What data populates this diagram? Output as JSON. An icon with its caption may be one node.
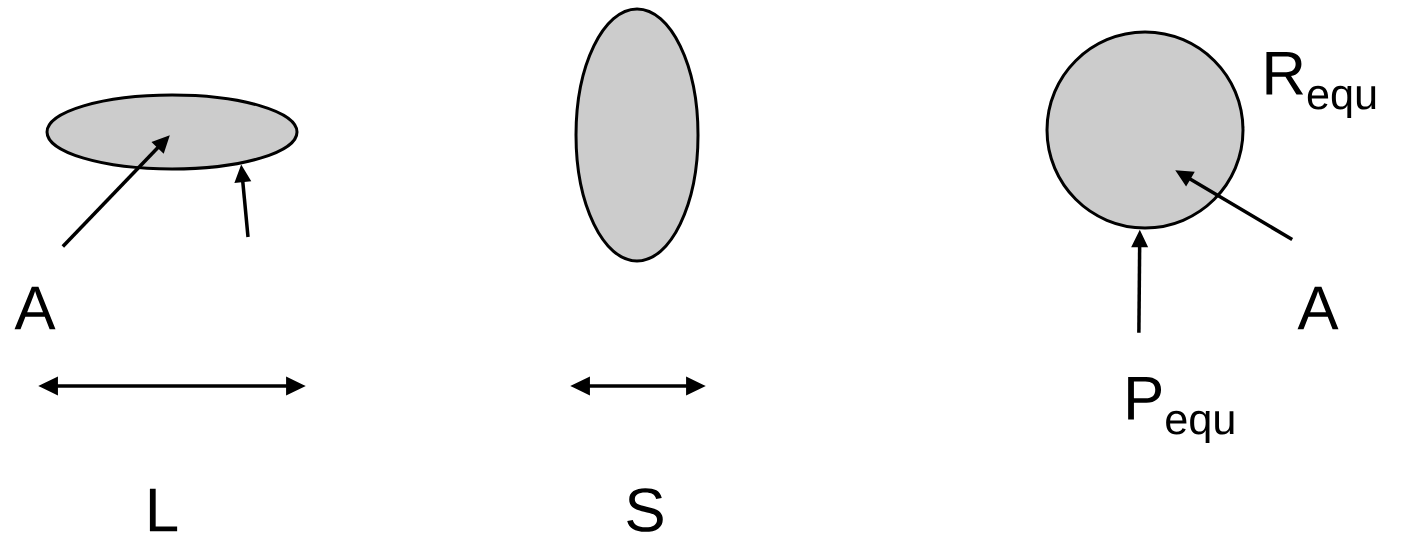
{
  "diagram": {
    "nodes": [
      {
        "text": [],
        "shape": "ellipse"
      },
      {
        "text": [],
        "shape": "ellipse"
      },
      {
        "text": [],
        "shape": "circle"
      },
      {
        "text": [
          "A"
        ]
      },
      {
        "text": [
          "A"
        ]
      },
      {
        "text": [
          "P$_{equ}$"
        ]
      }
    ],
    "edges": [
      {
        "from": 3,
        "to": 0,
        "arrow": "to"
      },
      {
        "from": null,
        "to": 0,
        "arrow": "to"
      },
      {
        "from": 4,
        "to": 2,
        "arrow": "to"
      },
      {
        "from": 5,
        "to": 2,
        "arrow": "to"
      }
    ],
    "labels": [
      "R$_{equ}$",
      "L",
      "S"
    ]
  }
}
